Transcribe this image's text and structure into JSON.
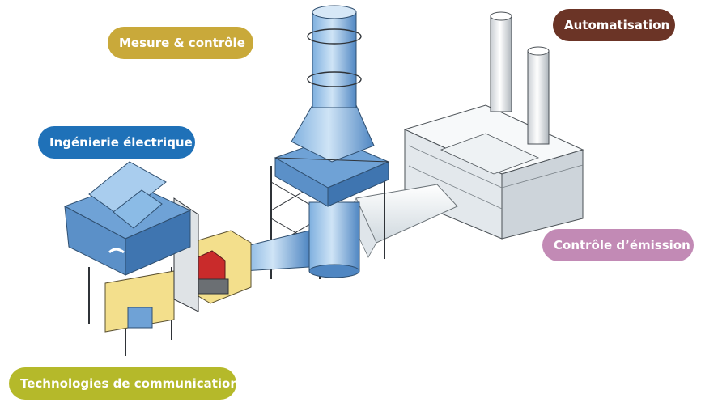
{
  "labels": {
    "mesure": {
      "text": "Mesure & contrôle",
      "color": "#c9a93a"
    },
    "automatisation": {
      "text": "Automatisation",
      "color": "#6b3426"
    },
    "ingenierie": {
      "text": "Ingénierie électrique",
      "color": "#1f71b8"
    },
    "emission": {
      "text": "Contrôle d’émission",
      "color": "#c28ab5"
    },
    "technologies": {
      "text": "Technologies de communication",
      "color": "#b5b92a"
    }
  },
  "colors": {
    "equipment_blue": "#5c95cf",
    "equipment_light": "#a9cdee",
    "equipment_dark": "#3a6ea8",
    "building_white": "#eef2f4",
    "housing_yellow": "#f3df8c",
    "valve_red": "#c92b2b",
    "structure_dark": "#2f3338"
  }
}
